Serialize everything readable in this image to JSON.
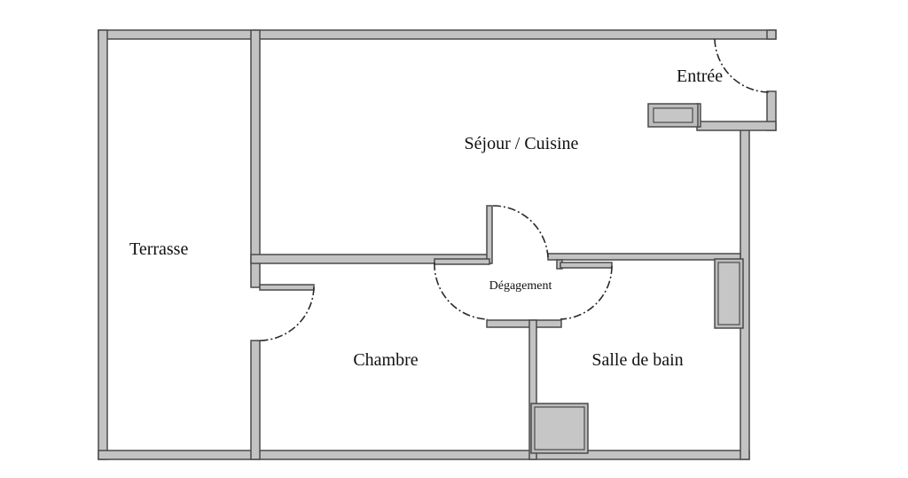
{
  "floor_plan": {
    "rooms": {
      "entree": "Entrée",
      "sejour_cuisine": "Séjour / Cuisine",
      "terrasse": "Terrasse",
      "degagement": "Dégagement",
      "chambre": "Chambre",
      "salle_de_bain": "Salle de bain"
    }
  },
  "colors": {
    "wall_fill": "#c3c3c3",
    "wall_stroke": "#4a4a4a",
    "fixture_fill": "#bdbdbd",
    "background": "#ffffff"
  }
}
